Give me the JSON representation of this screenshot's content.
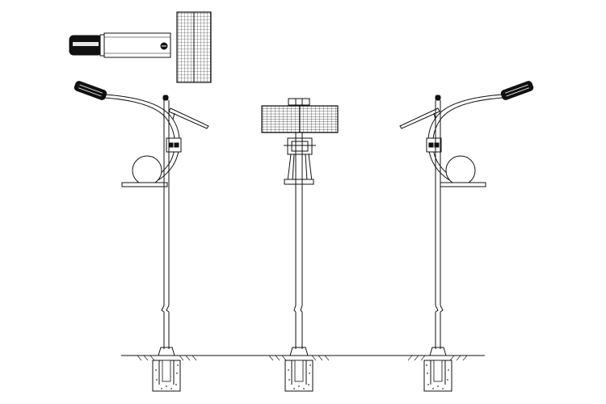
{
  "drawing": {
    "views": [
      {
        "id": "top-view"
      },
      {
        "id": "left-elevation"
      },
      {
        "id": "front-elevation"
      },
      {
        "id": "right-elevation"
      }
    ],
    "colors": {
      "line": "#111111",
      "background": "#ffffff"
    }
  }
}
